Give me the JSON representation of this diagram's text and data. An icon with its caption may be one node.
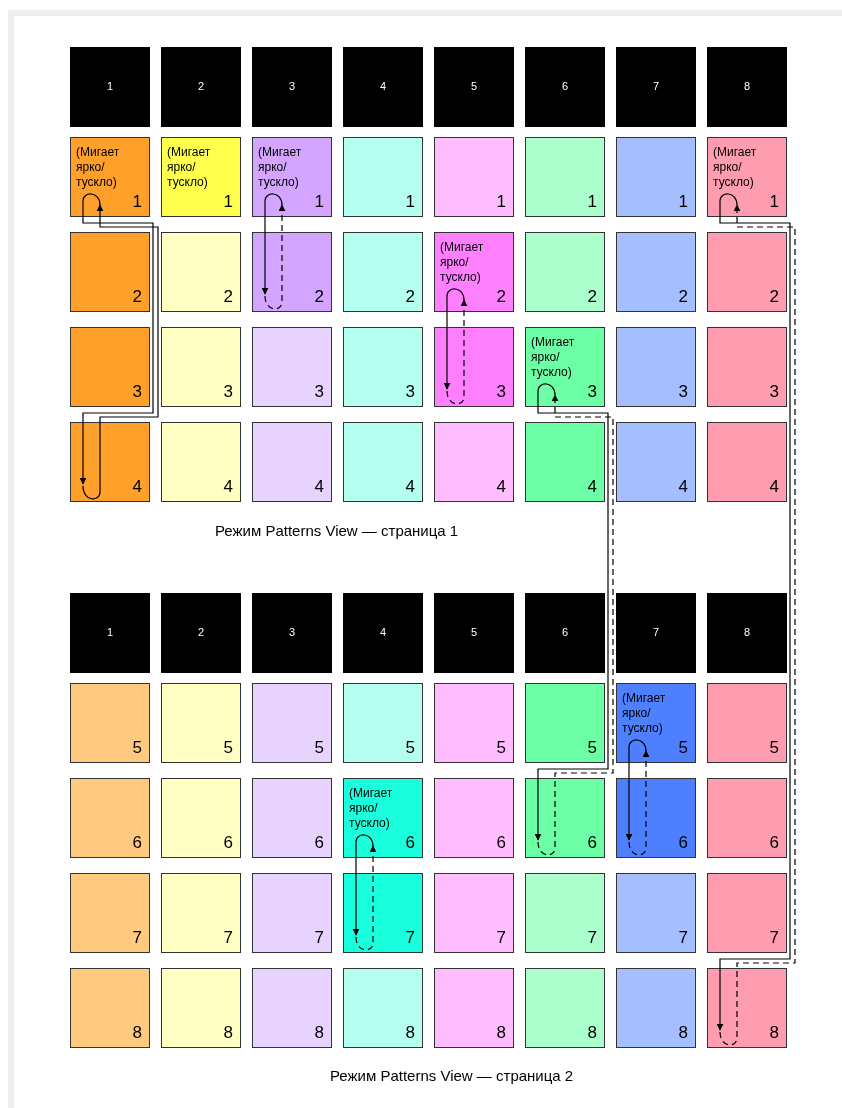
{
  "diagram": {
    "nodes": [
      {
        "text": [
          "1"
        ]
      },
      {
        "text": [
          "2"
        ]
      },
      {
        "text": [
          "3"
        ]
      },
      {
        "text": [
          "4"
        ]
      },
      {
        "text": [
          "5"
        ]
      },
      {
        "text": [
          "6"
        ]
      },
      {
        "text": [
          "7"
        ]
      },
      {
        "text": [
          "8"
        ]
      },
      {
        "text": [
          "(Мигает ярко/ тускло)",
          "1"
        ]
      },
      {
        "text": [
          "(Мигает ярко/ тускло)",
          "1"
        ]
      },
      {
        "text": [
          "(Мигает ярко/ тускло)",
          "1"
        ]
      },
      {
        "text": [
          "1"
        ]
      },
      {
        "text": [
          "1"
        ]
      },
      {
        "text": [
          "1"
        ]
      },
      {
        "text": [
          "1"
        ]
      },
      {
        "text": [
          "(Мигает ярко/ тускло)",
          "1"
        ]
      },
      {
        "text": [
          "2"
        ]
      },
      {
        "text": [
          "2"
        ]
      },
      {
        "text": [
          "2"
        ]
      },
      {
        "text": [
          "2"
        ]
      },
      {
        "text": [
          "(Мигает ярко/ тускло)",
          "2"
        ]
      },
      {
        "text": [
          "2"
        ]
      },
      {
        "text": [
          "2"
        ]
      },
      {
        "text": [
          "2"
        ]
      },
      {
        "text": [
          "3"
        ]
      },
      {
        "text": [
          "3"
        ]
      },
      {
        "text": [
          "3"
        ]
      },
      {
        "text": [
          "3"
        ]
      },
      {
        "text": [
          "3"
        ]
      },
      {
        "text": [
          "(Мигает ярко/ тускло)",
          "3"
        ]
      },
      {
        "text": [
          "3"
        ]
      },
      {
        "text": [
          "3"
        ]
      },
      {
        "text": [
          "4"
        ]
      },
      {
        "text": [
          "4"
        ]
      },
      {
        "text": [
          "4"
        ]
      },
      {
        "text": [
          "4"
        ]
      },
      {
        "text": [
          "4"
        ]
      },
      {
        "text": [
          "4"
        ]
      },
      {
        "text": [
          "4"
        ]
      },
      {
        "text": [
          "4"
        ]
      },
      {
        "text": [
          "1"
        ]
      },
      {
        "text": [
          "2"
        ]
      },
      {
        "text": [
          "3"
        ]
      },
      {
        "text": [
          "4"
        ]
      },
      {
        "text": [
          "5"
        ]
      },
      {
        "text": [
          "6"
        ]
      },
      {
        "text": [
          "7"
        ]
      },
      {
        "text": [
          "8"
        ]
      },
      {
        "text": [
          "5"
        ]
      },
      {
        "text": [
          "5"
        ]
      },
      {
        "text": [
          "5"
        ]
      },
      {
        "text": [
          "5"
        ]
      },
      {
        "text": [
          "5"
        ]
      },
      {
        "text": [
          "5"
        ]
      },
      {
        "text": [
          "(Мигает ярко/ тускло)",
          "5"
        ]
      },
      {
        "text": [
          "5"
        ]
      },
      {
        "text": [
          "6"
        ]
      },
      {
        "text": [
          "6"
        ]
      },
      {
        "text": [
          "6"
        ]
      },
      {
        "text": [
          "(Мигает ярко/ тускло)",
          "6"
        ]
      },
      {
        "text": [
          "6"
        ]
      },
      {
        "text": [
          "6"
        ]
      },
      {
        "text": [
          "6"
        ]
      },
      {
        "text": [
          "6"
        ]
      },
      {
        "text": [
          "7"
        ]
      },
      {
        "text": [
          "7"
        ]
      },
      {
        "text": [
          "7"
        ]
      },
      {
        "text": [
          "7"
        ]
      },
      {
        "text": [
          "7"
        ]
      },
      {
        "text": [
          "7"
        ]
      },
      {
        "text": [
          "7"
        ]
      },
      {
        "text": [
          "7"
        ]
      },
      {
        "text": [
          "8"
        ]
      },
      {
        "text": [
          "8"
        ]
      },
      {
        "text": [
          "8"
        ]
      },
      {
        "text": [
          "8"
        ]
      },
      {
        "text": [
          "8"
        ]
      },
      {
        "text": [
          "8"
        ]
      },
      {
        "text": [
          "8"
        ]
      },
      {
        "text": [
          "8"
        ]
      }
    ],
    "edges": [
      {
        "from": 8,
        "to": 32,
        "arrow": "to"
      },
      {
        "from": 32,
        "to": 8,
        "arrow": "to"
      },
      {
        "from": 10,
        "to": 18,
        "arrow": "to"
      },
      {
        "from": 18,
        "to": 10,
        "arrow": "to",
        "style": "dashed"
      },
      {
        "from": 15,
        "to": 79,
        "arrow": "to"
      },
      {
        "from": 79,
        "to": 15,
        "arrow": "to",
        "style": "dashed"
      },
      {
        "from": 20,
        "to": 28,
        "arrow": "to"
      },
      {
        "from": 28,
        "to": 20,
        "arrow": "to",
        "style": "dashed"
      },
      {
        "from": 29,
        "to": 61,
        "arrow": "to"
      },
      {
        "from": 61,
        "to": 29,
        "arrow": "to",
        "style": "dashed"
      },
      {
        "from": 54,
        "to": 62,
        "arrow": "to"
      },
      {
        "from": 62,
        "to": 54,
        "arrow": "to",
        "style": "dashed"
      },
      {
        "from": 59,
        "to": 67,
        "arrow": "to"
      },
      {
        "from": 67,
        "to": 59,
        "arrow": "to",
        "style": "dashed"
      }
    ],
    "labels": [
      "Режим Patterns View — страница 1",
      "Режим Patterns View — страница 2"
    ]
  }
}
